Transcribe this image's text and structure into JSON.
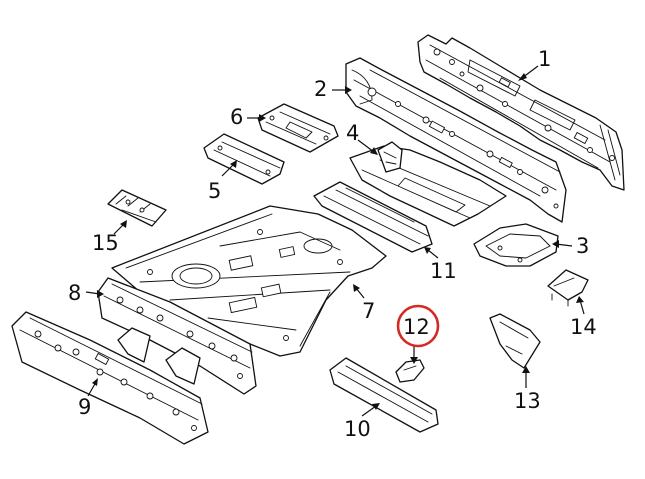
{
  "diagram": {
    "callouts": [
      {
        "label": "1"
      },
      {
        "label": "2"
      },
      {
        "label": "3"
      },
      {
        "label": "4"
      },
      {
        "label": "5"
      },
      {
        "label": "6"
      },
      {
        "label": "7"
      },
      {
        "label": "8"
      },
      {
        "label": "9"
      },
      {
        "label": "10"
      },
      {
        "label": "11"
      },
      {
        "label": "12"
      },
      {
        "label": "13"
      },
      {
        "label": "14"
      },
      {
        "label": "15"
      }
    ],
    "highlighted_callout": "12",
    "colors": {
      "line": "#111111",
      "background": "#ffffff",
      "highlight": "#d42a24"
    }
  }
}
